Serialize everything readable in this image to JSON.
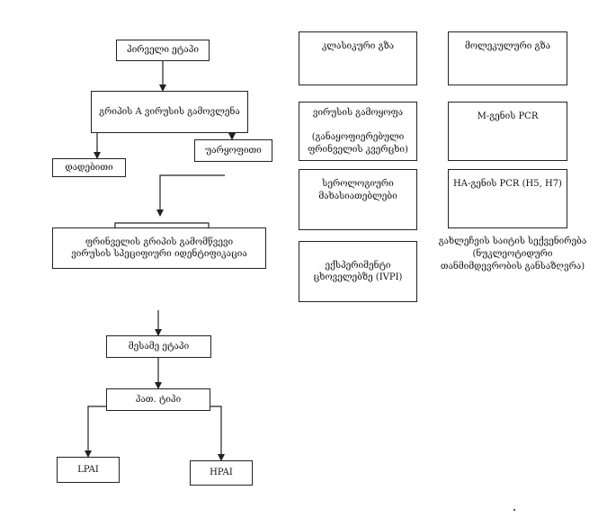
{
  "flow": {
    "stage1": "პირველი ეტაპი",
    "detect": "გრიპის A ვირუსის გამოვლენა",
    "positive": "დადებითი",
    "negative": "უარყოფითი",
    "identify": "ფრინველის გრიპის გამომწვევი\nვირუსის სპეციფიური იდენტიფიკაცია",
    "stage3": "მესამე ეტაპი",
    "pathotype": "პათ. ტიპი",
    "lpai": "LPAI",
    "hpai": "HPAI"
  },
  "classic": {
    "header": "კლასიკური გზა",
    "isolation": "ვირუსის გამოყოფა\n\n(განაყოფიერებული\nფრინველის კვერცხი)",
    "serology": "სეროლოგიური\nმახასიათებლები",
    "ivpi": "ექსპერიმენტი\nცხოველებზე (IVPI)"
  },
  "molecular": {
    "header": "მოლეკულური გზა",
    "mgene": "M-გენის PCR",
    "hagene": "HA-გენის PCR (H5, H7)",
    "sequencing": "გახლეჩვის საიტის სექვენირება\n(ნუკლეოტიდური\nთანმიმდევრობის განსაზღვრა)"
  }
}
